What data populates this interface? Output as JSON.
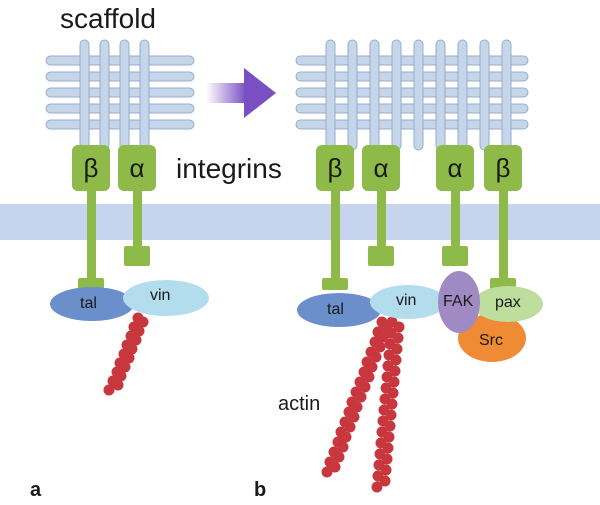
{
  "labels": {
    "scaffold": "scaffold",
    "integrins": "integrins",
    "actin": "actin",
    "panel_a": "a",
    "panel_b": "b"
  },
  "subunits": {
    "beta": "β",
    "alpha": "α"
  },
  "proteins": {
    "talin": "tal",
    "vinculin": "vin",
    "fak": "FAK",
    "paxillin": "pax",
    "src": "Src"
  },
  "colors": {
    "membrane": "#c6d4ee",
    "integrin": "#8dba48",
    "scaffold": "#c5d6ea",
    "talin": "#6a8fcb",
    "vinculin": "#b3dcec",
    "fak": "#a08ac4",
    "paxillin": "#bdde9c",
    "src": "#ef8a35",
    "actin": "#c8373d",
    "arrow": "#7b4fc4"
  }
}
